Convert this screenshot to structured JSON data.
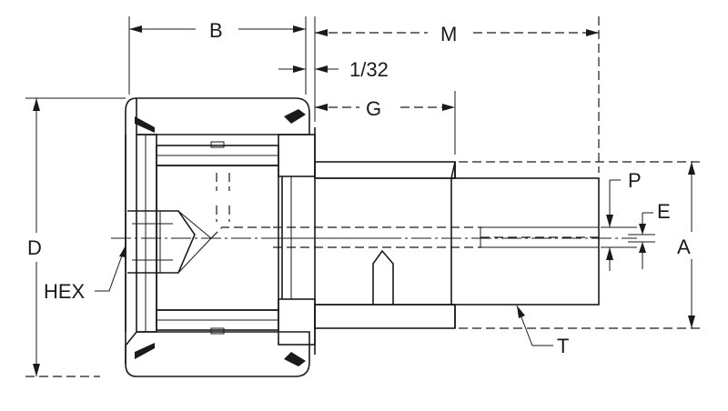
{
  "labels": {
    "b": "B",
    "m": "M",
    "fraction": "1/32",
    "g": "G",
    "p": "P",
    "e": "E",
    "d": "D",
    "a": "A",
    "hex": "HEX",
    "t": "T"
  }
}
